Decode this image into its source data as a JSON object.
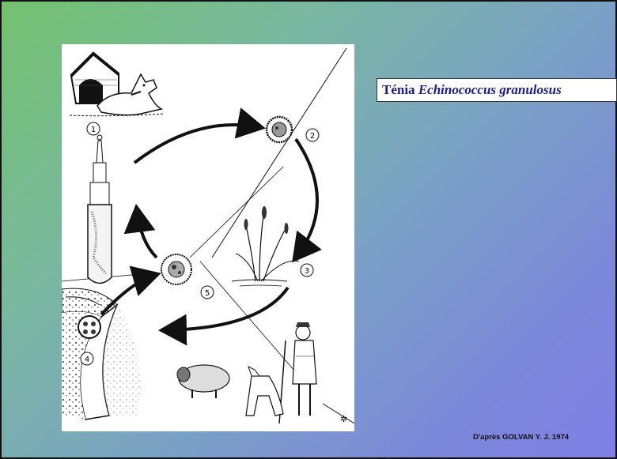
{
  "slide": {
    "title_bold": "Ténia",
    "title_italic": "Echinococcus granulosus",
    "credit": "D'après GOLVAN Y. J. 1974"
  },
  "diagram": {
    "stages": [
      {
        "number": "1",
        "host": "dog",
        "icon": "dog-icon",
        "form": "adult-worm"
      },
      {
        "number": "2",
        "form": "egg",
        "icon": "egg-icon"
      },
      {
        "number": "3",
        "environment": "water-plants",
        "icon": "reeds-icon"
      },
      {
        "number": "4",
        "form": "hydatid-cyst",
        "icon": "cyst-icon"
      },
      {
        "number": "5",
        "form": "protoscolex",
        "icon": "protoscolex-icon"
      }
    ],
    "signature_glyph": "✲"
  }
}
